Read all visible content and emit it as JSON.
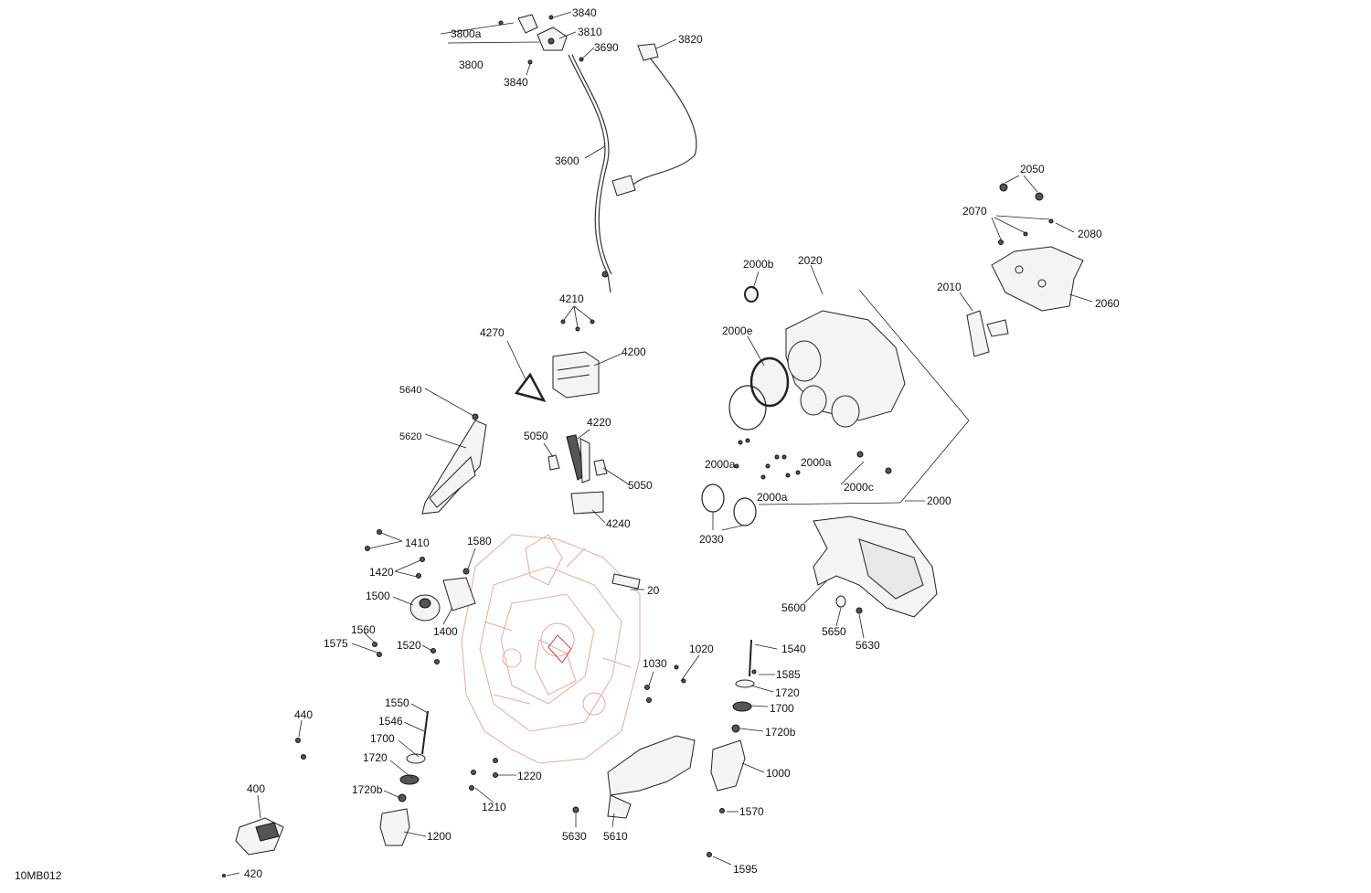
{
  "figure_code": "10MB012",
  "callouts": {
    "c3840a": "3840",
    "c3800a": "3800a",
    "c3810": "3810",
    "c3690": "3690",
    "c3820": "3820",
    "c3800": "3800",
    "c3840b": "3840",
    "c3600": "3600",
    "c2050": "2050",
    "c2070": "2070",
    "c2080": "2080",
    "c2060": "2060",
    "c2010": "2010",
    "c2020": "2020",
    "c2000b": "2000b",
    "c2000e": "2000e",
    "c2000a1": "2000a",
    "c2000a2": "2000a",
    "c2000a3": "2000a",
    "c2000c": "2000c",
    "c2000": "2000",
    "c2030": "2030",
    "c4210": "4210",
    "c4270": "4270",
    "c4200": "4200",
    "c4220": "4220",
    "c4240": "4240",
    "c5050a": "5050",
    "c5050b": "5050",
    "c5640": "5640",
    "c5620": "5620",
    "c1410": "1410",
    "c1580": "1580",
    "c1420": "1420",
    "c1500": "1500",
    "c1400": "1400",
    "c20": "20",
    "c1560": "1560",
    "c1575": "1575",
    "c1520": "1520",
    "c1030": "1030",
    "c1020": "1020",
    "c1540": "1540",
    "c1585": "1585",
    "c1720a": "1720",
    "c1700a": "1700",
    "c1720ba": "1720b",
    "c1000": "1000",
    "c1570": "1570",
    "c1595": "1595",
    "c5600": "5600",
    "c5650": "5650",
    "c5630a": "5630",
    "c1550": "1550",
    "c1546": "1546",
    "c1700b": "1700",
    "c1720b": "1720",
    "c1720bb": "1720b",
    "c1200": "1200",
    "c1220": "1220",
    "c1210": "1210",
    "c5630b": "5630",
    "c5610": "5610",
    "c440": "440",
    "c400": "400",
    "c420": "420"
  }
}
